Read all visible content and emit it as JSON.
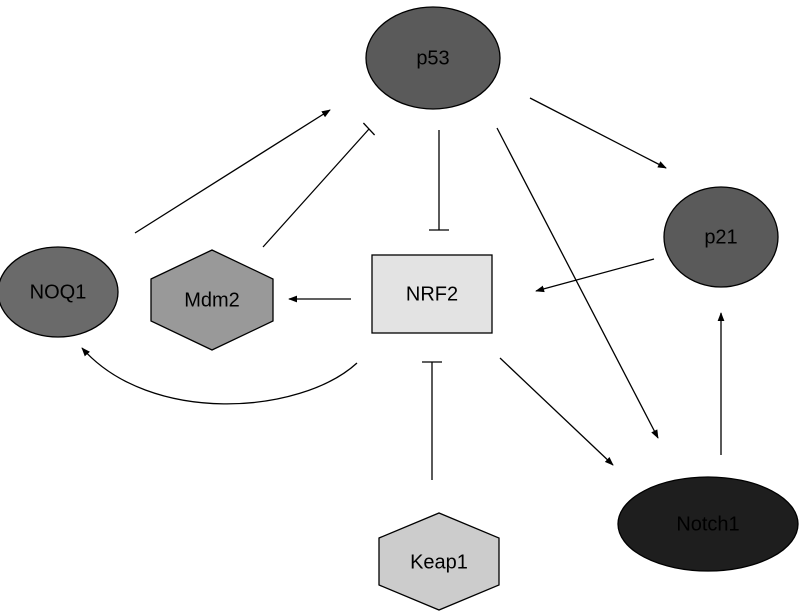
{
  "nodes": {
    "p53": {
      "label": "p53",
      "shape": "ellipse",
      "fill": "#5a5a5a"
    },
    "p21": {
      "label": "p21",
      "shape": "ellipse",
      "fill": "#5a5a5a"
    },
    "noq1": {
      "label": "NOQ1",
      "shape": "ellipse",
      "fill": "#6a6a6a"
    },
    "mdm2": {
      "label": "Mdm2",
      "shape": "hexagon",
      "fill": "#999999"
    },
    "nrf2": {
      "label": "NRF2",
      "shape": "rectangle",
      "fill": "#e3e3e3"
    },
    "keap1": {
      "label": "Keap1",
      "shape": "hexagon",
      "fill": "#cccccc"
    },
    "notch1": {
      "label": "Notch1",
      "shape": "ellipse",
      "fill": "#1e1e1e"
    }
  },
  "edges": [
    {
      "from": "NOQ1",
      "to": "p53",
      "type": "activation"
    },
    {
      "from": "Mdm2",
      "to": "p53",
      "type": "inhibition"
    },
    {
      "from": "p53",
      "to": "NRF2",
      "type": "inhibition"
    },
    {
      "from": "p53",
      "to": "p21",
      "type": "activation"
    },
    {
      "from": "p53",
      "to": "Notch1",
      "type": "activation"
    },
    {
      "from": "p21",
      "to": "NRF2",
      "type": "activation"
    },
    {
      "from": "NRF2",
      "to": "Mdm2",
      "type": "activation"
    },
    {
      "from": "NRF2",
      "to": "NOQ1",
      "type": "activation"
    },
    {
      "from": "NRF2",
      "to": "Notch1",
      "type": "activation"
    },
    {
      "from": "Keap1",
      "to": "NRF2",
      "type": "inhibition"
    },
    {
      "from": "Notch1",
      "to": "p21",
      "type": "activation"
    }
  ],
  "colors": {
    "edge": "#000000",
    "label_on_dark": "#000000"
  }
}
